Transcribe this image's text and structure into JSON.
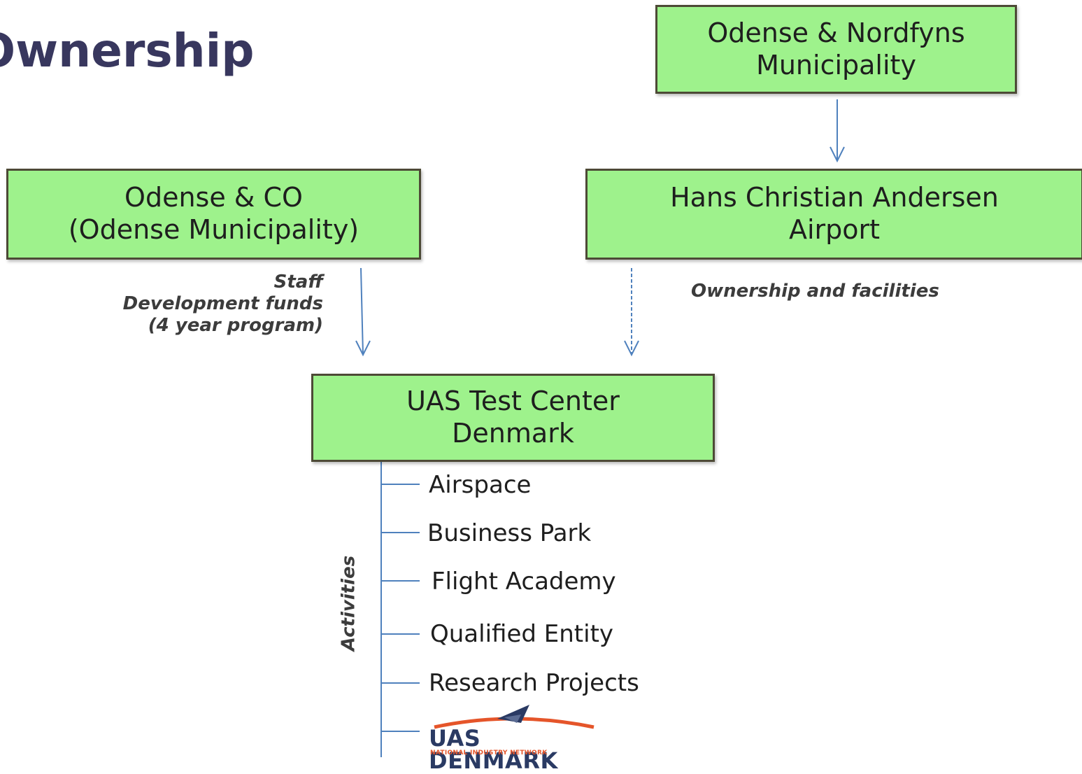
{
  "title": "Ownership",
  "boxes": {
    "nordfyns": {
      "line1": "Odense & Nordfyns",
      "line2": "Municipality"
    },
    "odense_co": {
      "line1": "Odense & CO",
      "line2": "(Odense Municipality)"
    },
    "hca": {
      "line1": "Hans Christian Andersen",
      "line2": "Airport"
    },
    "uas": {
      "line1": "UAS Test Center",
      "line2": "Denmark"
    }
  },
  "notes": {
    "staff": [
      "Staff",
      "Development funds",
      "(4 year program)"
    ],
    "ownership": "Ownership and facilities",
    "activities": "Activities"
  },
  "activities": [
    "Airspace",
    "Business Park",
    "Flight Academy",
    "Qualified Entity",
    "Research Projects"
  ],
  "logo": {
    "name": "UAS DENMARK",
    "tagline": "NATIONAL INDUSTRY NETWORK"
  },
  "colors": {
    "box_fill": "#9ef28c",
    "box_border": "#4d4a36",
    "connector": "#4f81bd",
    "title": "#38375e",
    "logo_navy": "#2a3a63",
    "logo_orange": "#e5552a"
  }
}
